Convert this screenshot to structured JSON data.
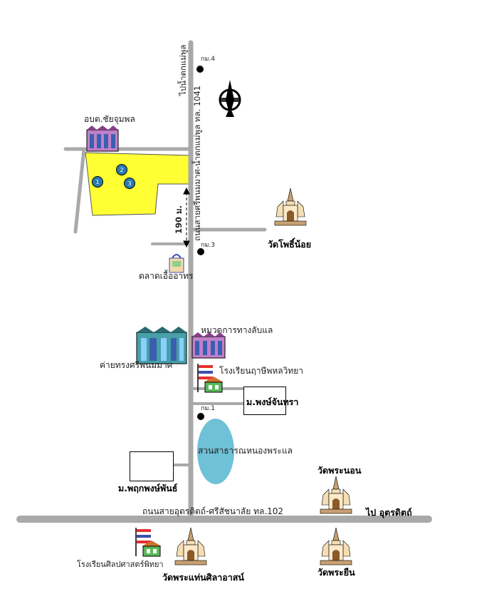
{
  "labels": {
    "top_road_direction": "ไปน้ำตกแม่พูล",
    "branch_road": "ถนนสายศรีพนมมาศ-น้ำตกแม่พูล ทล. 1041",
    "km4": "กม.4",
    "km3": "กม.3",
    "km1": "กม.1",
    "obt": "อบต.ชัยจุมพล",
    "distance": "190 ม.",
    "wat_pho_noi": "วัดโพธิ์น้อย",
    "market": "ตลาดเอื้ออาทร",
    "highway_office": "หมวดการทางลับแล",
    "camp": "ค่ายทรงศรีพนมมาศ",
    "school_rusi": "โรงเรียนฤาษีพหลวิทยา",
    "village_pong": "ม.พงษ์จันทรา",
    "park": "สวนสาธารณหนองพระแล",
    "village_pruk": "ม.พฤกพงษ์พันธ์",
    "wat_phra_non": "วัดพระนอน",
    "main_road": "ถนนสายอุตรดิตถ์-ศรีสัชนาลัย ทล.102",
    "to_uttaradit": "ไป อุตรดิตถ์",
    "school_silpa": "โรงเรียนศิลปศาสตร์พิทยา",
    "wat_phra_thaen": "วัดพระแท่นศิลาอาสน์",
    "wat_phra_yuen": "วัดพระยืน"
  },
  "site_markers": [
    "1",
    "2",
    "3"
  ],
  "colors": {
    "road": "#a9a9a9",
    "land_parcel": "#ffff33",
    "park_pond": "#6ec1d6",
    "marker": "#2a7ab0",
    "flag_red": "#e53030",
    "flag_blue": "#3a4fb0",
    "building_pink": "#c080c8",
    "building_teal": "#48a0a8"
  },
  "icons": [
    "compass-north-icon",
    "temple-icon",
    "school-flag-icon",
    "building-icon",
    "market-bag-icon"
  ]
}
